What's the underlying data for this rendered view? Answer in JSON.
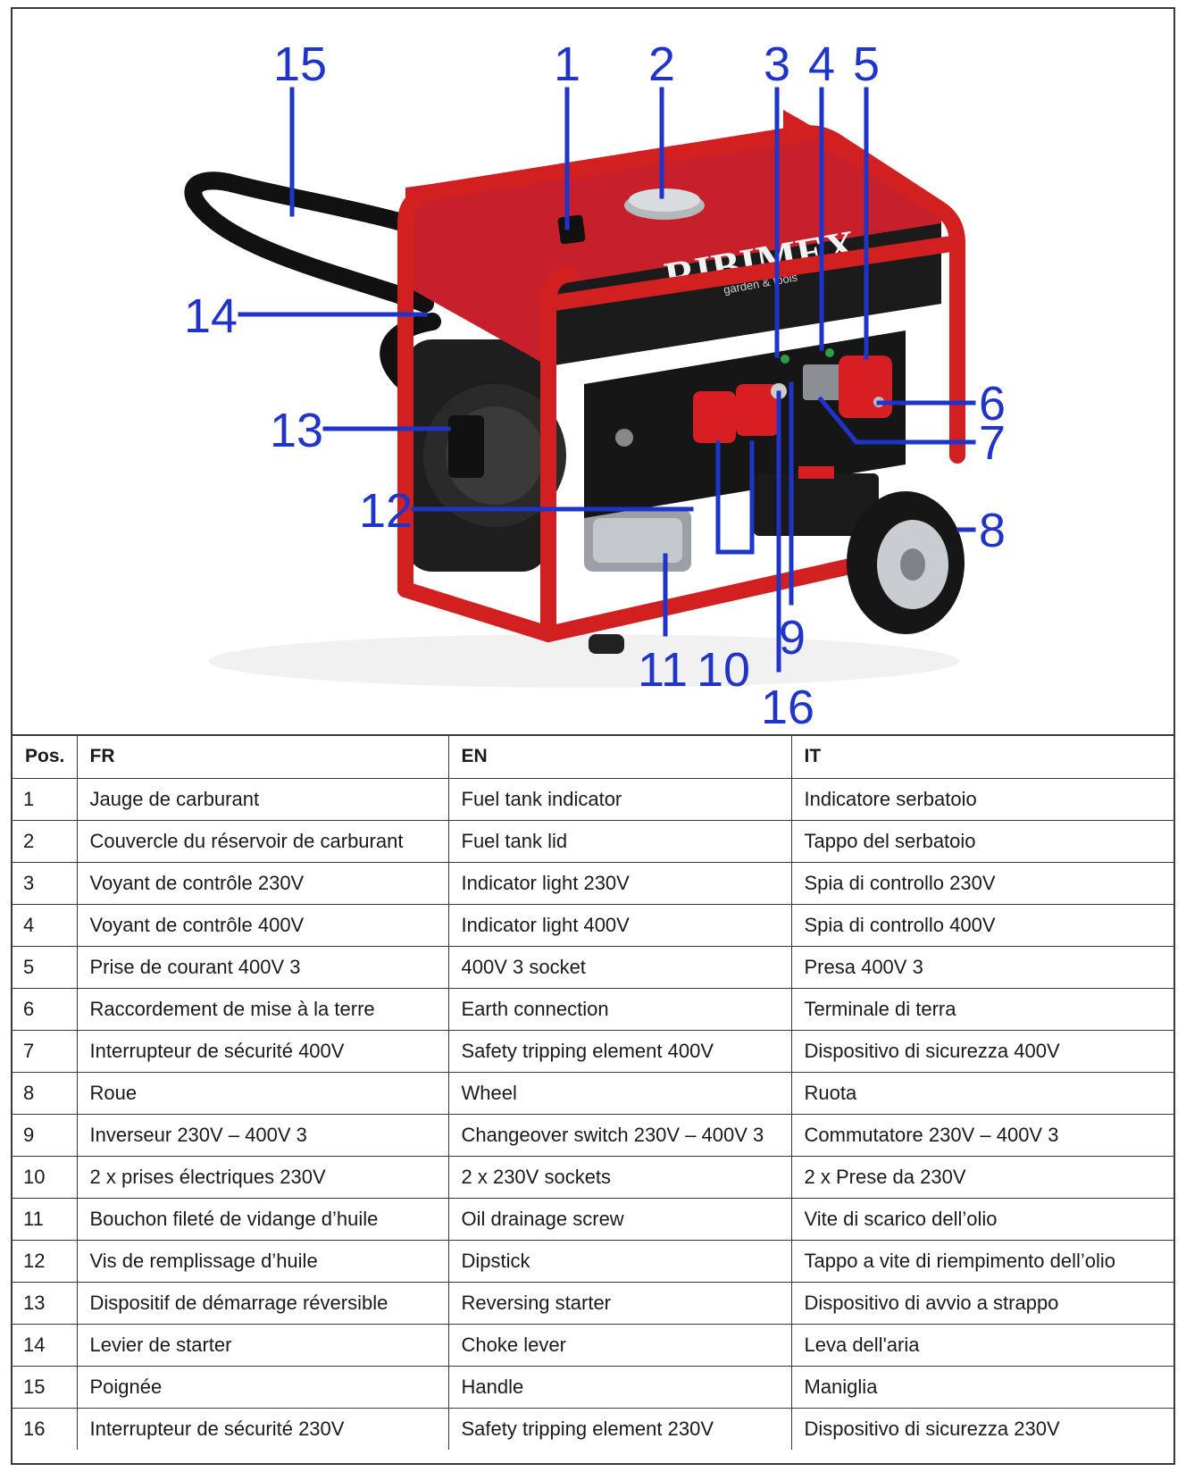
{
  "figure": {
    "brand_logo": "RIBIMEX",
    "brand_sub": "garden & tools",
    "callouts": [
      "1",
      "2",
      "3",
      "4",
      "5",
      "6",
      "7",
      "8",
      "9",
      "10",
      "11",
      "12",
      "13",
      "14",
      "15",
      "16"
    ],
    "colors": {
      "callout": "#1f34c9",
      "frame": "#d21f1f",
      "body": "#c8202a",
      "panel": "#1b1b1b"
    }
  },
  "table": {
    "headers": [
      "Pos.",
      "FR",
      "EN",
      "IT"
    ],
    "rows": [
      [
        "1",
        "Jauge de carburant",
        "Fuel tank indicator",
        "Indicatore serbatoio"
      ],
      [
        "2",
        "Couvercle du réservoir de carburant",
        "Fuel tank lid",
        "Tappo del serbatoio"
      ],
      [
        "3",
        "Voyant de contrôle 230V",
        "Indicator light 230V",
        "Spia di controllo 230V"
      ],
      [
        "4",
        "Voyant de contrôle 400V",
        "Indicator light 400V",
        "Spia di controllo 400V"
      ],
      [
        "5",
        "Prise de courant 400V 3",
        "400V 3 socket",
        "Presa 400V 3"
      ],
      [
        "6",
        "Raccordement de mise à la terre",
        "Earth connection",
        "Terminale di terra"
      ],
      [
        "7",
        "Interrupteur de sécurité 400V",
        "Safety tripping element 400V",
        "Dispositivo di sicurezza 400V"
      ],
      [
        "8",
        "Roue",
        "Wheel",
        "Ruota"
      ],
      [
        "9",
        "Inverseur 230V – 400V 3",
        "Changeover switch 230V – 400V 3",
        "Commutatore 230V – 400V 3"
      ],
      [
        "10",
        "2 x prises électriques 230V",
        "2 x 230V sockets",
        "2 x Prese da 230V"
      ],
      [
        "11",
        "Bouchon fileté de vidange d’huile",
        "Oil drainage screw",
        "Vite di scarico dell’olio"
      ],
      [
        "12",
        "Vis de remplissage d’huile",
        "Dipstick",
        "Tappo a vite di riempimento dell’olio"
      ],
      [
        "13",
        "Dispositif de démarrage réversible",
        "Reversing starter",
        "Dispositivo di avvio a strappo"
      ],
      [
        "14",
        "Levier de starter",
        "Choke lever",
        "Leva dell'aria"
      ],
      [
        "15",
        "Poignée",
        "Handle",
        "Maniglia"
      ],
      [
        "16",
        "Interrupteur de sécurité 230V",
        "Safety tripping element 230V",
        "Dispositivo di sicurezza 230V"
      ]
    ]
  }
}
